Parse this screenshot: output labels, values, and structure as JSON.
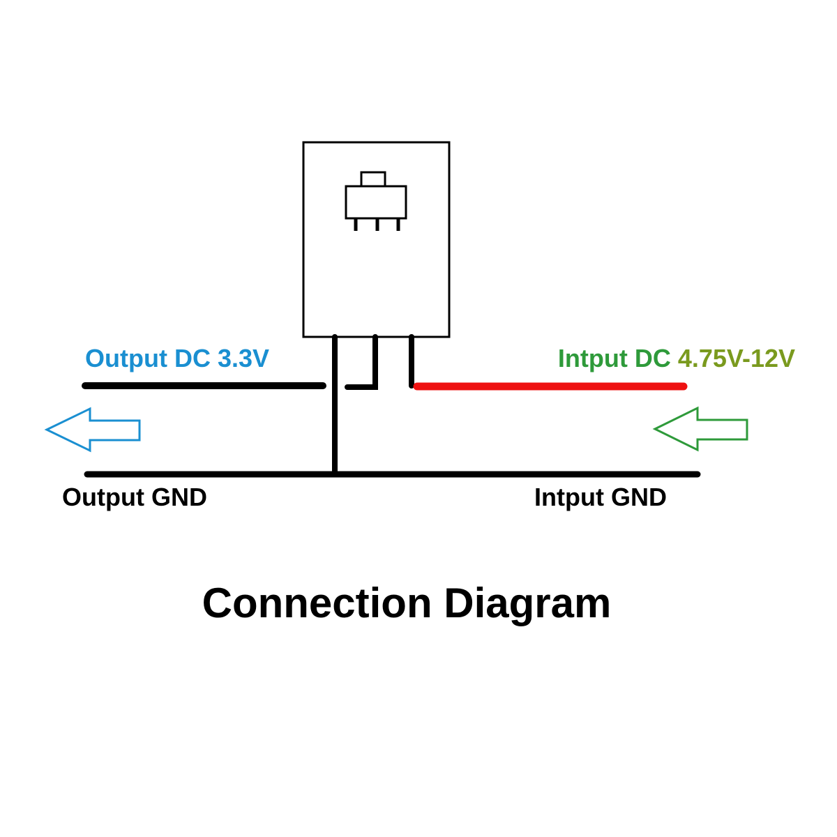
{
  "labels": {
    "output_dc_prefix": "Output DC ",
    "output_dc_voltage": "3.3V",
    "input_dc_prefix": "Intput DC ",
    "input_dc_voltage": "4.75V-12V",
    "output_gnd": "Output GND",
    "input_gnd": "Intput GND",
    "title": "Connection Diagram"
  },
  "colors": {
    "output_label": "#1a8fd1",
    "input_label_prefix": "#2e9a3a",
    "input_label_voltage": "#7a9a1e",
    "input_wire": "#ee1111",
    "wire": "#000000",
    "output_arrow": "#1a8fd1",
    "input_arrow": "#2e9a3a",
    "text": "#000000"
  },
  "icons": {
    "regulator": "sot223-regulator-icon",
    "output_arrow": "arrow-left-icon",
    "input_arrow": "arrow-left-icon"
  }
}
